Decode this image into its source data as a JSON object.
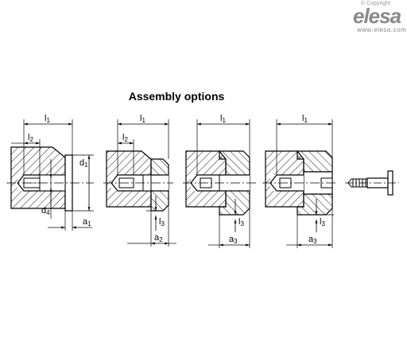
{
  "watermark": {
    "copyright": "© Copyright",
    "logo": "elesa",
    "website": "www.elesa.com"
  },
  "title": "Assembly options",
  "dim": {
    "l": "l",
    "a": "a",
    "d": "d",
    "s1": "1",
    "s2": "2",
    "s3": "3",
    "s4": "4"
  }
}
